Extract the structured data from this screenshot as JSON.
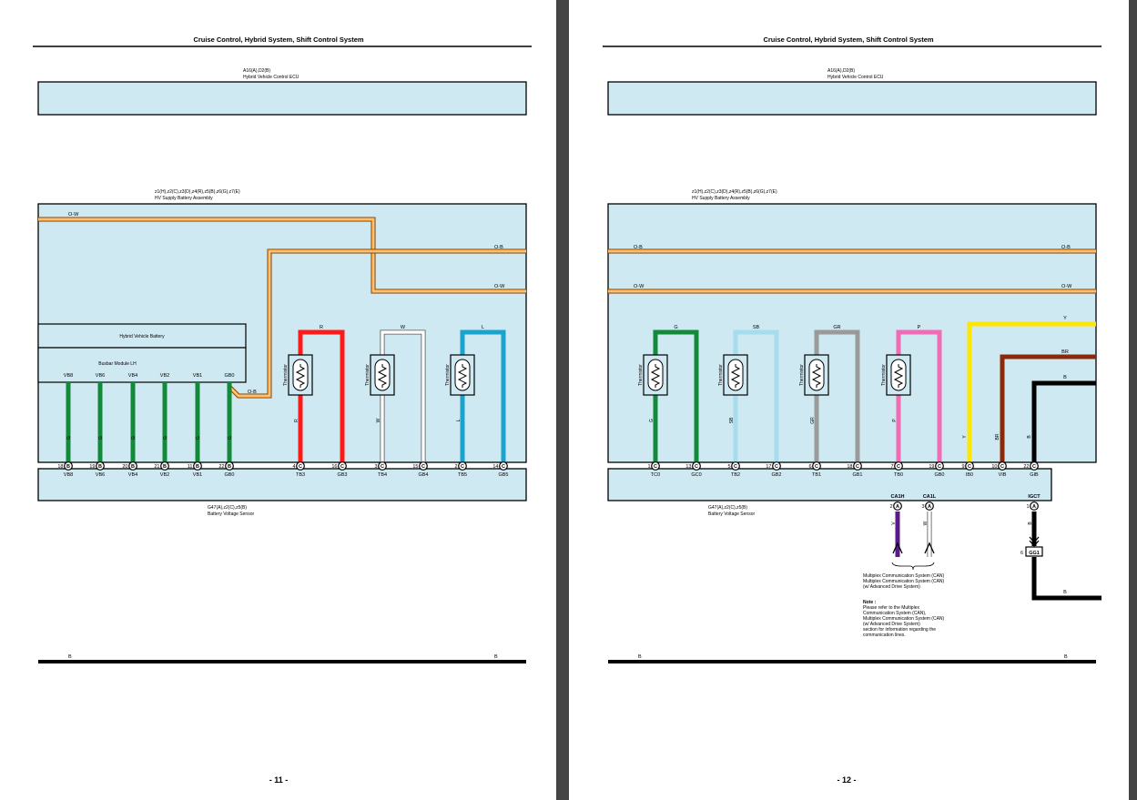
{
  "document": {
    "pages": [
      {
        "header": "Cruise Control, Hybrid System, Shift Control System",
        "ecu": {
          "code": "A16(A),D2(B)",
          "name": "Hybrid Vehicle Control ECU"
        },
        "assembly": {
          "code": "z1(H),z2(C),z3(D),z4(R),z5(B),z6(G),z7(E)",
          "name": "HV Supply Battery Assembly"
        },
        "harness_wires": [
          {
            "label": "O-W"
          },
          {
            "label": "O-B"
          },
          {
            "label": "O-W"
          },
          {
            "label": "O-B"
          }
        ],
        "battery_box": "Hybrid Vehicle Battery",
        "busbar_box": "Busbar Module LH",
        "busbar_terminals": [
          "VB8",
          "VB6",
          "VB4",
          "VB2",
          "VB1",
          "GB0"
        ],
        "thermistor_label": "Thermistor",
        "thermistors": [
          {
            "color_code": "R",
            "color": "#ff1a1a"
          },
          {
            "color_code": "W",
            "color": "#ffffff"
          },
          {
            "color_code": "L",
            "color": "#1aa3cc"
          }
        ],
        "green_code": "G",
        "connectors": [
          {
            "pin": "18",
            "conn": "B",
            "name": "VB8"
          },
          {
            "pin": "19",
            "conn": "B",
            "name": "VB6"
          },
          {
            "pin": "20",
            "conn": "B",
            "name": "VB4"
          },
          {
            "pin": "21",
            "conn": "B",
            "name": "VB2"
          },
          {
            "pin": "11",
            "conn": "B",
            "name": "VB1"
          },
          {
            "pin": "22",
            "conn": "B",
            "name": "GB0"
          },
          {
            "pin": "4",
            "conn": "C",
            "name": "TB3"
          },
          {
            "pin": "16",
            "conn": "C",
            "name": "GB3"
          },
          {
            "pin": "3",
            "conn": "C",
            "name": "TB4"
          },
          {
            "pin": "15",
            "conn": "C",
            "name": "GB4"
          },
          {
            "pin": "2",
            "conn": "C",
            "name": "TB5"
          },
          {
            "pin": "14",
            "conn": "C",
            "name": "GB5"
          }
        ],
        "sensor": {
          "code": "G47(A),z2(C),z5(B)",
          "name": "Battery Voltage Sensor"
        },
        "ground": "B",
        "page_number": "- 11 -"
      },
      {
        "header": "Cruise Control, Hybrid System, Shift Control System",
        "ecu": {
          "code": "A16(A),D2(B)",
          "name": "Hybrid Vehicle Control ECU"
        },
        "assembly": {
          "code": "z1(H),z2(C),z3(D),z4(R),z5(B),z6(G),z7(E)",
          "name": "HV Supply Battery Assembly"
        },
        "harness_wires": [
          {
            "label": "O-B"
          },
          {
            "label": "O-W"
          }
        ],
        "thermistor_label": "Thermistor",
        "thermistors": [
          {
            "color_code": "G",
            "color": "#138a3a"
          },
          {
            "color_code": "SB",
            "color": "#a6dcec"
          },
          {
            "color_code": "GR",
            "color": "#9a9a9a"
          },
          {
            "color_code": "P",
            "color": "#f06cb4"
          }
        ],
        "signal_wires": [
          {
            "color_code": "Y",
            "color": "#ffe600"
          },
          {
            "color_code": "BR",
            "color": "#8b2a0a"
          },
          {
            "color_code": "B",
            "color": "#000000"
          }
        ],
        "connectors": [
          {
            "pin": "1",
            "conn": "C",
            "name": "TC0"
          },
          {
            "pin": "13",
            "conn": "C",
            "name": "GC0"
          },
          {
            "pin": "5",
            "conn": "C",
            "name": "TB2"
          },
          {
            "pin": "17",
            "conn": "C",
            "name": "GB2"
          },
          {
            "pin": "6",
            "conn": "C",
            "name": "TB1"
          },
          {
            "pin": "18",
            "conn": "C",
            "name": "GB1"
          },
          {
            "pin": "7",
            "conn": "C",
            "name": "TB0"
          },
          {
            "pin": "19",
            "conn": "C",
            "name": "GB0"
          },
          {
            "pin": "9",
            "conn": "C",
            "name": "IB0"
          },
          {
            "pin": "10",
            "conn": "C",
            "name": "VIB"
          },
          {
            "pin": "22",
            "conn": "C",
            "name": "GIB"
          }
        ],
        "sensor": {
          "code": "G47(A),z2(C),z5(B)",
          "name": "Battery Voltage Sensor"
        },
        "ecu_out": [
          {
            "pin": "2",
            "conn": "A",
            "name": "CA1H",
            "color_code": "V",
            "color": "#5a1a8a"
          },
          {
            "pin": "3",
            "conn": "A",
            "name": "CA1L",
            "color_code": "W",
            "color": "#ffffff"
          },
          {
            "pin": "1",
            "conn": "A",
            "name": "IGCT",
            "color_code": "B",
            "color": "#000000"
          }
        ],
        "junction": {
          "pin": "6",
          "name": "GG1",
          "color_code": "B"
        },
        "can_text": [
          "Multiplex Communication System (CAN)",
          "Multiplex Communication System (CAN)",
          "(w/ Advanced Drive System)"
        ],
        "note_text": [
          "Note :",
          "Please refer to the Multiplex",
          "Communication System (CAN),",
          "Multiplex Communication System (CAN)",
          "(w/ Advanced Drive System)",
          "section for information regarding the",
          "communication lines."
        ],
        "ground": "B",
        "page_number": "- 12 -"
      }
    ]
  },
  "colors": {
    "box_fill": "#cfe9f2",
    "orange": "#f5a03a",
    "green": "#138a3a"
  }
}
